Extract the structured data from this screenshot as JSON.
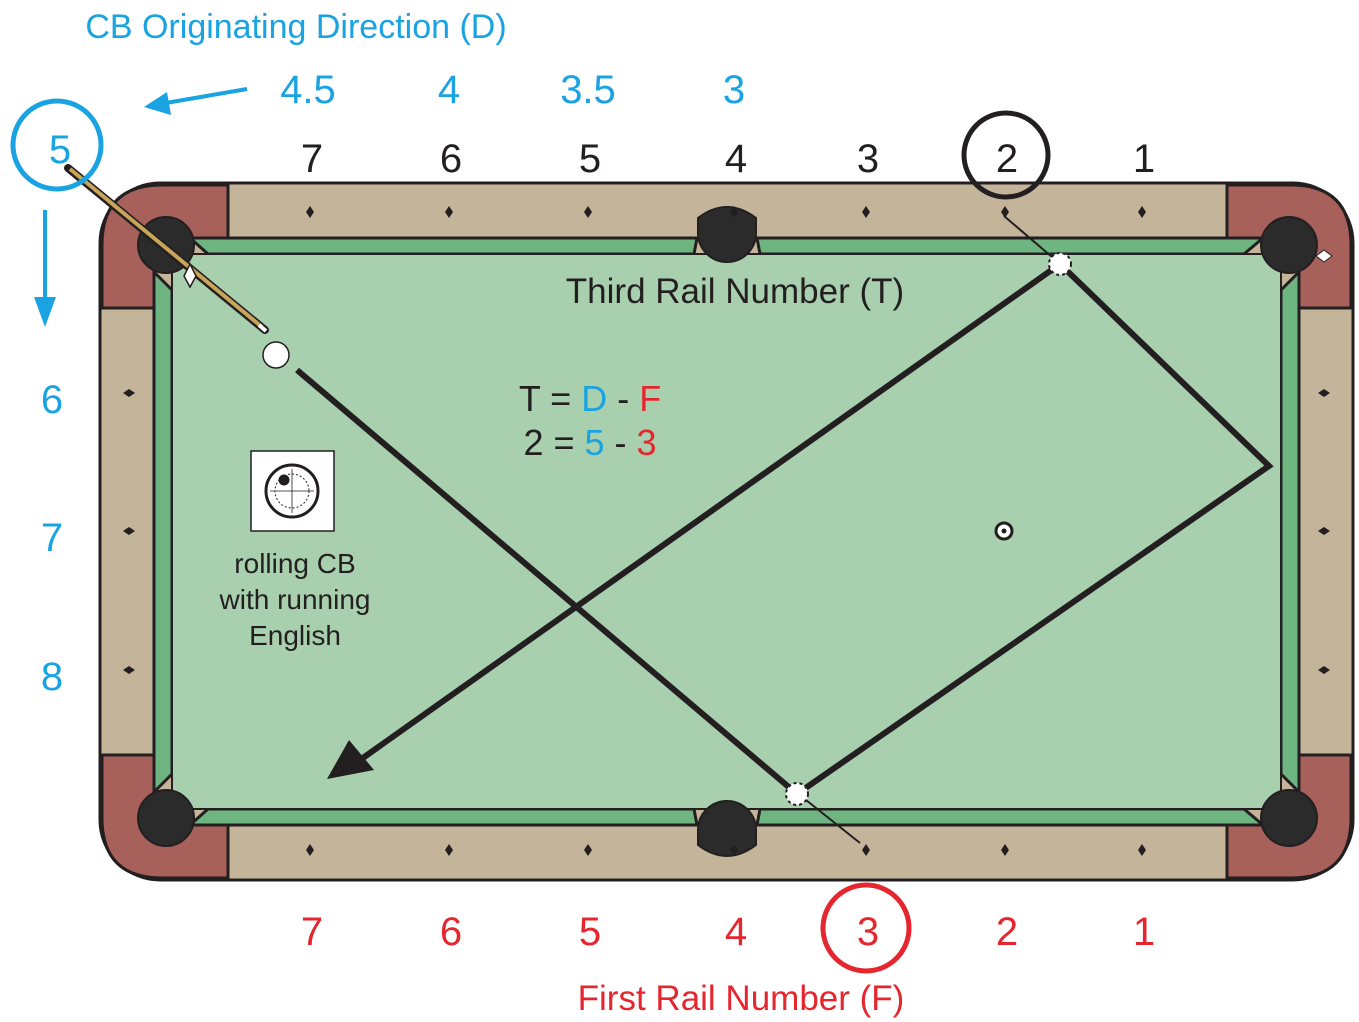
{
  "title": "CB Originating Direction (D)",
  "colors": {
    "blue": "#1aa3e2",
    "red": "#e5262e",
    "dark": "#231f20",
    "felt": "#a8cfae",
    "cushion": "#6fb582",
    "rail": "#c4b49a",
    "corner": "#a8605a"
  },
  "top_diamonds": [
    "7",
    "6",
    "5",
    "4",
    "3",
    "2",
    "1"
  ],
  "bottom_diamonds": [
    "7",
    "6",
    "5",
    "4",
    "3",
    "2",
    "1"
  ],
  "direction_top": [
    "4.5",
    "4",
    "3.5",
    "3"
  ],
  "direction_corner": "5",
  "direction_left": [
    "6",
    "7",
    "8"
  ],
  "third_rail_label": "Third Rail Number (T)",
  "first_rail_label": "First Rail Number (F)",
  "formula": {
    "line1": {
      "t": "T",
      "eq": " = ",
      "d": "D",
      "minus": " - ",
      "f": "F"
    },
    "line2": {
      "t": "2",
      "eq": " = ",
      "d": "5",
      "minus": " - ",
      "f": "3"
    }
  },
  "english_note": [
    "rolling CB",
    "with running",
    "English"
  ],
  "highlighted": {
    "third_rail": "2",
    "first_rail": "3"
  },
  "icons": [
    "cue-stick-icon",
    "cue-ball-icon",
    "cue-tip-position-icon",
    "object-ball-icon",
    "direction-arrow-icon"
  ]
}
